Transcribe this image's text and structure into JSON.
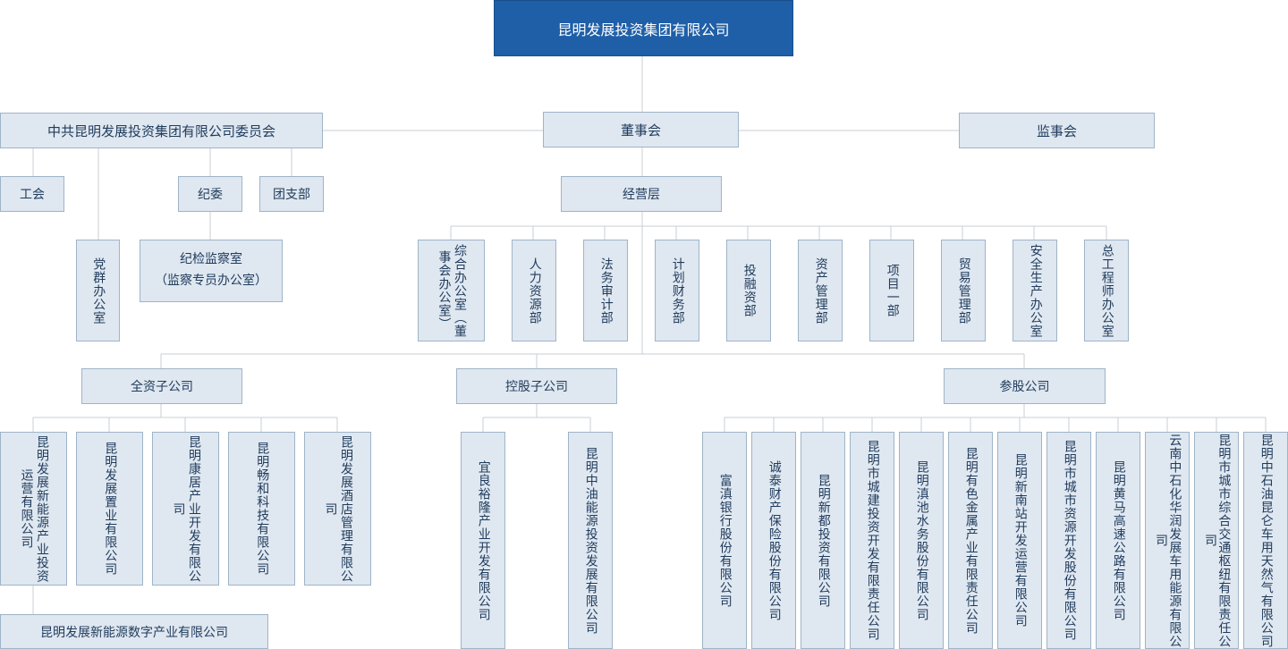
{
  "nodes": {
    "root": "昆明发展投资集团有限公司",
    "party_committee": "中共昆明发展投资集团有限公司委员会",
    "board": "董事会",
    "supervisors": "监事会",
    "union": "工会",
    "discipline": "纪委",
    "youth_league": "团支部",
    "party_office": "党群办公室",
    "inspection_l1": "纪检监察室",
    "inspection_l2": "（监察专员办公室）",
    "management": "经营层",
    "departments": [
      "综合办公室（董事会办公室）",
      "人力资源部",
      "法务审计部",
      "计划财务部",
      "投融资部",
      "资产管理部",
      "项目一部",
      "贸易管理部",
      "安全生产办公室",
      "总工程师办公室"
    ],
    "wholly_owned": "全资子公司",
    "controlled": "控股子公司",
    "shareholding": "参股公司",
    "wholly_owned_cos": [
      "昆明发展新能源产业投资运营有限公司",
      "昆明发展置业有限公司",
      "昆明康居产业开发有限公司",
      "昆明畅和科技有限公司",
      "昆明发展酒店管理有限公司"
    ],
    "new_energy_digital": "昆明发展新能源数字产业有限公司",
    "controlled_cos": [
      "宜良裕隆产业开发有限公司",
      "昆明中油能源投资发展有限公司"
    ],
    "shareholding_cos": [
      "富滇银行股份有限公司",
      "诚泰财产保险股份有限公司",
      "昆明新都投资有限公司",
      "昆明市城建投资开发有限责任公司",
      "昆明滇池水务股份有限公司",
      "昆明有色金属产业有限责任公司",
      "昆明新南站开发运营有限公司",
      "昆明市城市资源开发股份有限公司",
      "昆明黄马高速公路有限公司",
      "云南中石化华润发展车用能源有限公司",
      "昆明市城市综合交通枢纽有限责任公司",
      "昆明中石油昆仑车用天然气有限公司"
    ]
  },
  "colors": {
    "root_bg": "#1f5fa8",
    "box_bg": "#dfe7f0",
    "box_border": "#9fb4c8",
    "line": "#c8cfd6",
    "text": "#1f3b5c"
  }
}
